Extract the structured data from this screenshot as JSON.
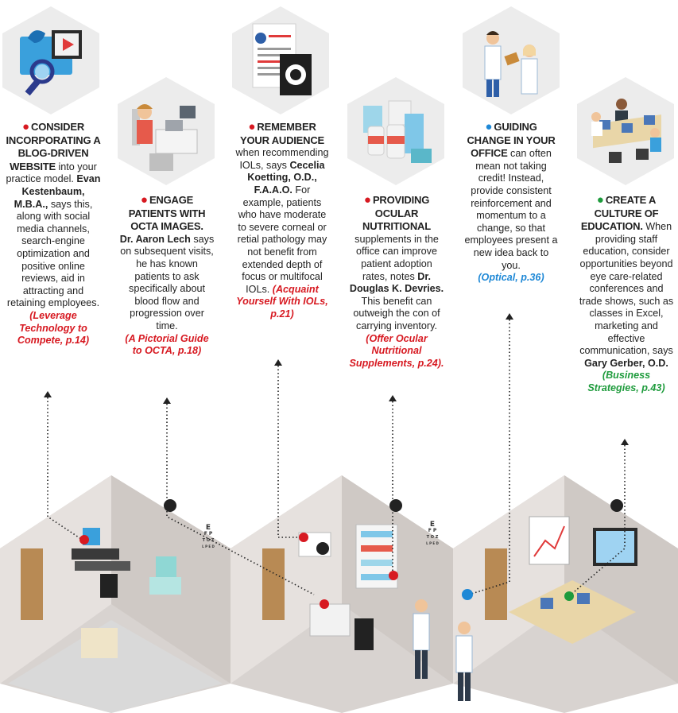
{
  "colors": {
    "red": "#d71921",
    "blue": "#1e88d6",
    "green": "#1e9b3c",
    "hex_bg": "#ececec"
  },
  "icons": [
    "blog-video-search-icon",
    "doctor-octa-exam-icon",
    "resume-eye-icon",
    "supplement-bottles-icon",
    "doctor-conversation-icon",
    "staff-classroom-icon"
  ],
  "items": [
    {
      "head": "CONSIDER INCORPORATING A BLOG-DRIVEN WEBSITE",
      "text1": " into your practice model. ",
      "person": "Evan Kestenbaum, M.B.A.,",
      "text2": " says this, along with social media channels, search-engine optimization and positive online reviews, aid in attracting and retaining employees. ",
      "ref": "(Leverage Technology to Compete, p.14)"
    },
    {
      "head": "ENGAGE PATIENTS WITH OCTA IMAGES.",
      "person": "Dr. Aaron Lech",
      "text2": " says on subsequent visits, he has known patients to ask specifically about blood flow and progression over time.",
      "ref": "(A Pictorial Guide to OCTA, p.18)"
    },
    {
      "head": "REMEMBER YOUR AUDIENCE",
      "text1": " when recommending IOLs, says ",
      "person": "Cecelia Koetting, O.D., F.A.A.O.",
      "text2": " For example, patients who have moderate to severe corneal or retial pathology may not benefit from extended depth of focus or multifocal IOLs. ",
      "ref": "(Acquaint Yourself With IOLs, p.21)"
    },
    {
      "head": "PROVIDING OCULAR NUTRITIONAL",
      "text1": " supplements in the office can improve patient adoption rates, notes ",
      "person": "Dr. Douglas K. Devries.",
      "text2": " This benefit can outweigh the con of carrying inventory.",
      "ref": "(Offer Ocular Nutritional Supplements, p.24)."
    },
    {
      "head": "GUIDING CHANGE IN YOUR OFFICE",
      "text1": " can often mean not taking credit! Instead, provide consistent reinforcement and momentum to a change, so that employees present a new idea back to you.",
      "ref": "(Optical, p.36)"
    },
    {
      "head": "CREATE A CULTURE OF EDUCATION.",
      "text1": " When providing staff education, consider opportunities beyond eye care-related conferences and trade shows, such as classes in Excel, marketing and effective communication, says ",
      "person": "Gary Gerber, O.D.",
      "ref": "(Business Strategies, p.43)"
    }
  ],
  "eye_chart_letters": [
    "E",
    "F P",
    "T O Z",
    "L P E D"
  ]
}
